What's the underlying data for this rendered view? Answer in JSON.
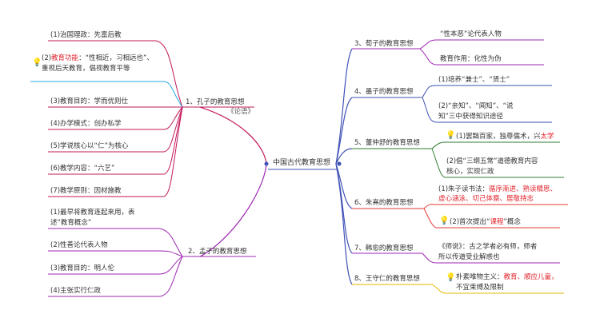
{
  "center": "中国古代教育思想",
  "left": {
    "confucius": {
      "title": "1、孔子的教育思想",
      "subtitle": "《论语》",
      "items": [
        "(1)治国理政：先富后教",
        {
          "pre": "(2)",
          "red": "教育功能",
          "post": "：“性相近，习相远也”、",
          "line2": "重视后天教育，倡视教育平等"
        },
        "(3)教育目的：学而优则仕",
        "(4)办学模式：创办私学",
        "(5)学说核心以“仁”为核心",
        "(6)教学内容：“六艺”",
        "(7)教学原则：因材施教"
      ]
    },
    "mencius": {
      "title": "2、孟子的教育思想",
      "items": [
        {
          "line1": "(1)最早将教育连起来用，表",
          "line2": "述“教育概念”"
        },
        "(2)性善论代表人物",
        "(3)教育目的：明人伦",
        "(4)主张实行仁政"
      ]
    }
  },
  "right": {
    "xunzi": {
      "title": "3、荀子的教育思想",
      "items": [
        "“性本恶”论代表人物",
        "教育作用：化性为伪"
      ]
    },
    "mozi": {
      "title": "4、墨子的教育思想",
      "items": [
        "(1)培养“兼士”、“贤士”",
        {
          "line1": "(2)“亲知”、“闻知”、“说",
          "line2": "知”三中获得知识途径"
        }
      ]
    },
    "dong": {
      "title": "5、董仲舒的教育思想",
      "items": [
        {
          "pre": "(1)罢黜百家，独尊儒术，兴",
          "red": "太学"
        },
        {
          "line1": "(2)倡“三纲五常”道德教育内容",
          "line2": "核心，实现仁政"
        }
      ]
    },
    "zhuxi": {
      "title": "6、朱熹的教育思想",
      "items": [
        {
          "pre": "(1)朱子读书法：",
          "red1": "循序渐进、熟读精思、",
          "red2": "虚心涵泳、切己体察、居敬持志"
        },
        {
          "pre": "(2)首次提出“",
          "red": "课程",
          "post": "”概念"
        }
      ]
    },
    "hanyu": {
      "title": "7、韩愈的教育思想",
      "items": [
        {
          "line1": "《师说》：古之学者必有师，师者",
          "line2": "所以传道受业解惑也"
        }
      ]
    },
    "wang": {
      "title": "8、王守仁的教育思想",
      "items": [
        {
          "pre": "朴素唯物主义：",
          "red": "教育、顺应儿童，",
          "line2": "不宜束缚及限制"
        }
      ]
    }
  },
  "colors": {
    "confucius": "#c2185b",
    "dong_upper": "#29a8e0",
    "mencius": "#9c27b0",
    "xunzi": "#9c27b0",
    "mozi": "#3f51b5",
    "dong": "#2e7d32",
    "zhuxi": "#e53935",
    "hanyu": "#9c27b0",
    "wang": "#e6b800",
    "center_left": "#c2185b",
    "center_right": "#3f51b5",
    "red_text": "#e0232b"
  },
  "icons": [
    "lightbulb-icon"
  ]
}
